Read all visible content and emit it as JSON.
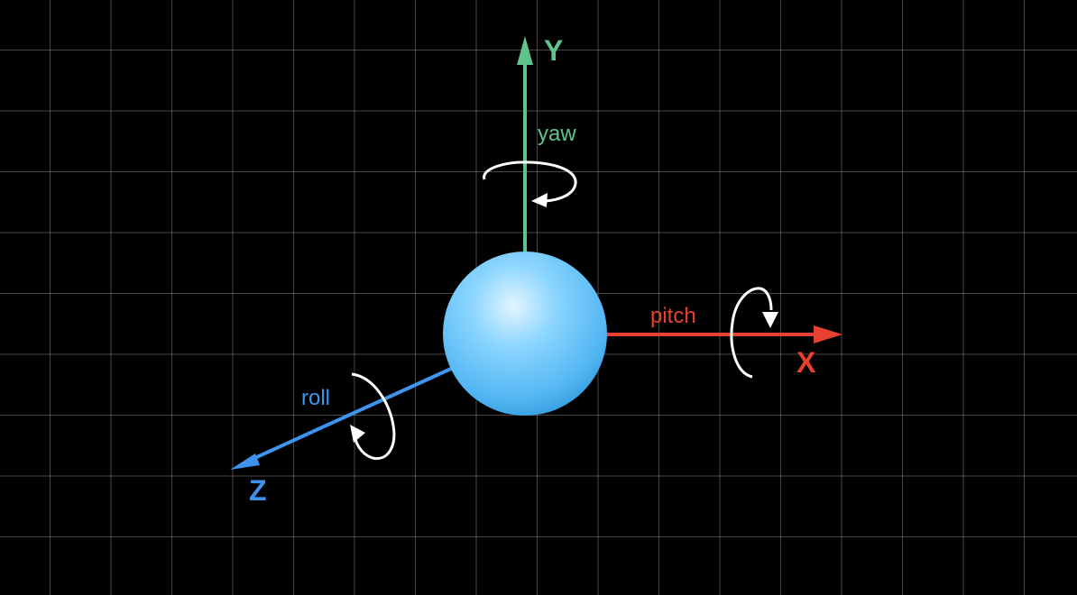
{
  "axes": {
    "y": {
      "label": "Y",
      "rotation_label": "yaw",
      "color": "#5fc48c"
    },
    "x": {
      "label": "X",
      "rotation_label": "pitch",
      "color": "#e8412f"
    },
    "z": {
      "label": "Z",
      "rotation_label": "roll",
      "color": "#3d93ee"
    }
  },
  "sphere": {
    "color": "#5bc0f8",
    "highlight": "#d6f1ff",
    "shade": "#2f97db"
  },
  "background": "#000000",
  "grid_color": "#5a5a5a",
  "rotation_arrow_color": "#ffffff"
}
